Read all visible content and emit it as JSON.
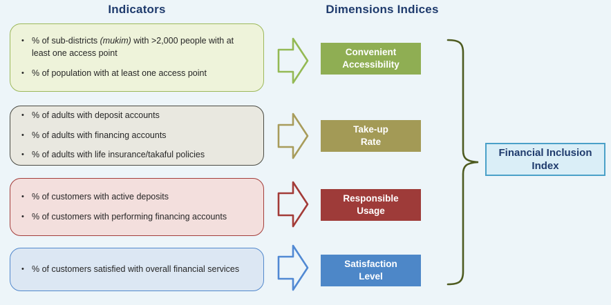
{
  "page": {
    "background": "#edf5f9",
    "title_color": "#1f3b6d",
    "indicators_title": "Indicators",
    "dimensions_title": "Dimensions Indices"
  },
  "rows": [
    {
      "indicator_box": {
        "fill": "#eef3da",
        "border": "#9cb85a",
        "bullets": [
          {
            "segments": [
              {
                "text": "% of sub-districts ",
                "italic": false
              },
              {
                "text": "(mukim)",
                "italic": true
              },
              {
                "text": " with >2,000 people with at least one access point",
                "italic": false
              }
            ]
          },
          {
            "segments": [
              {
                "text": "% of population with at least one access point",
                "italic": false
              }
            ]
          }
        ]
      },
      "arrow_color": "#94b954",
      "dimension_box": {
        "label": "Convenient\nAccessibility",
        "fill": "#8fae53",
        "text_color": "#ffffff"
      }
    },
    {
      "indicator_box": {
        "fill": "#e9e8e0",
        "border": "#4a4a42",
        "bullets": [
          {
            "segments": [
              {
                "text": "% of adults with deposit accounts",
                "italic": false
              }
            ]
          },
          {
            "segments": [
              {
                "text": "% of adults with financing accounts",
                "italic": false
              }
            ]
          },
          {
            "segments": [
              {
                "text": "% of adults with life insurance/takaful policies",
                "italic": false
              }
            ]
          }
        ]
      },
      "arrow_color": "#a89c5b",
      "dimension_box": {
        "label": "Take-up\nRate",
        "fill": "#a39a56",
        "text_color": "#ffffff"
      }
    },
    {
      "indicator_box": {
        "fill": "#f3dfdd",
        "border": "#a33d3a",
        "bullets": [
          {
            "segments": [
              {
                "text": "% of customers with active deposits",
                "italic": false
              }
            ]
          },
          {
            "segments": [
              {
                "text": "% of customers with performing financing accounts",
                "italic": false
              }
            ]
          }
        ]
      },
      "arrow_color": "#a33b38",
      "dimension_box": {
        "label": "Responsible\nUsage",
        "fill": "#9e3b39",
        "text_color": "#ffffff"
      }
    },
    {
      "indicator_box": {
        "fill": "#dce7f3",
        "border": "#5288cc",
        "bullets": [
          {
            "segments": [
              {
                "text": "% of customers satisfied with overall financial services",
                "italic": false
              }
            ]
          }
        ]
      },
      "arrow_color": "#5189d3",
      "dimension_box": {
        "label": "Satisfaction\nLevel",
        "fill": "#4d87c8",
        "text_color": "#ffffff"
      }
    }
  ],
  "brace": {
    "color": "#4e5b20"
  },
  "index_box": {
    "label": "Financial Inclusion\nIndex",
    "fill": "#daeef7",
    "border": "#4aa0c8",
    "text_color": "#1f3b6d"
  }
}
